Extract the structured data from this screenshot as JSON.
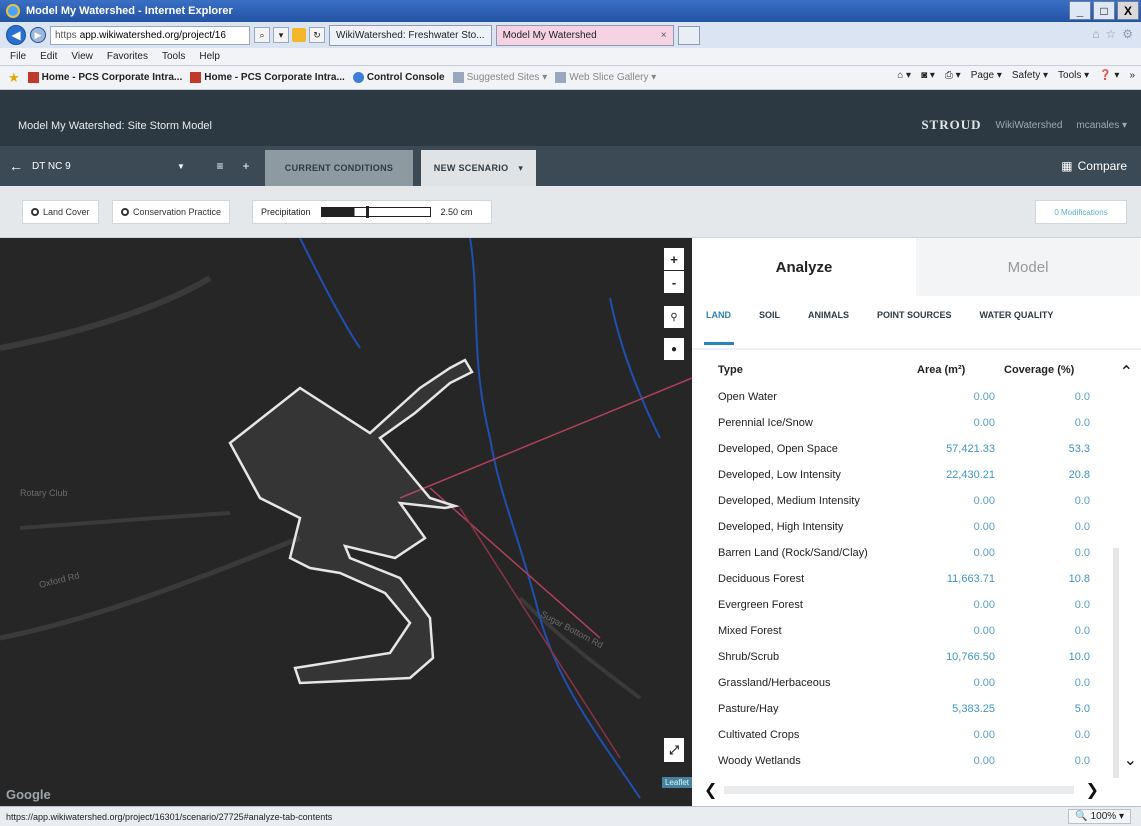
{
  "window": {
    "title": "Model My Watershed - Internet Explorer",
    "min": "_",
    "max": "□",
    "close": "X"
  },
  "address": {
    "protocol": "https",
    "domain": "app.wikiwatershed.org/project/16",
    "tabs": [
      {
        "label": "WikiWatershed: Freshwater Sto..."
      },
      {
        "label": "Model My Watershed"
      }
    ],
    "tab_close": "×"
  },
  "menu": [
    "File",
    "Edit",
    "View",
    "Favorites",
    "Tools",
    "Help"
  ],
  "favorites": [
    {
      "label": "Home - PCS Corporate Intra..."
    },
    {
      "label": "Home - PCS Corporate Intra..."
    },
    {
      "label": "Control Console"
    },
    {
      "label": "Suggested Sites ▾"
    },
    {
      "label": "Web Slice Gallery ▾"
    }
  ],
  "commands": [
    "Page ▾",
    "Safety ▾",
    "Tools ▾",
    "»"
  ],
  "app": {
    "title": "Model My Watershed: Site Storm Model",
    "logo": "STROUD",
    "link1": "WikiWatershed",
    "link2": "mcanales ▾"
  },
  "project": {
    "name": "DT NC 9",
    "tab_current": "CURRENT CONDITIONS",
    "tab_new": "NEW SCENARIO",
    "compare": "Compare"
  },
  "toolbar": {
    "land_cover": "Land Cover",
    "conservation": "Conservation Practice",
    "precip_label": "Precipitation",
    "precip_value": "2.50 cm",
    "modifications": "0 Modifications"
  },
  "map": {
    "zoom_in": "+",
    "zoom_out": "-",
    "google": "Google",
    "leaflet": "Leaflet",
    "labels": [
      "Sugar Bottom Rd",
      "Oxford Rd",
      "Rotary Club"
    ]
  },
  "panel": {
    "tab_analyze": "Analyze",
    "tab_model": "Model",
    "sub_tabs": [
      "LAND",
      "SOIL",
      "ANIMALS",
      "POINT SOURCES",
      "WATER QUALITY"
    ],
    "col_type": "Type",
    "col_area": "Area (m²)",
    "col_cov": "Coverage (%)",
    "rows": [
      {
        "type": "Open Water",
        "area": "0.00",
        "cov": "0.0"
      },
      {
        "type": "Perennial Ice/Snow",
        "area": "0.00",
        "cov": "0.0"
      },
      {
        "type": "Developed, Open Space",
        "area": "57,421.33",
        "cov": "53.3"
      },
      {
        "type": "Developed, Low Intensity",
        "area": "22,430.21",
        "cov": "20.8"
      },
      {
        "type": "Developed, Medium Intensity",
        "area": "0.00",
        "cov": "0.0"
      },
      {
        "type": "Developed, High Intensity",
        "area": "0.00",
        "cov": "0.0"
      },
      {
        "type": "Barren Land (Rock/Sand/Clay)",
        "area": "0.00",
        "cov": "0.0"
      },
      {
        "type": "Deciduous Forest",
        "area": "11,663.71",
        "cov": "10.8"
      },
      {
        "type": "Evergreen Forest",
        "area": "0.00",
        "cov": "0.0"
      },
      {
        "type": "Mixed Forest",
        "area": "0.00",
        "cov": "0.0"
      },
      {
        "type": "Shrub/Scrub",
        "area": "10,766.50",
        "cov": "10.0"
      },
      {
        "type": "Grassland/Herbaceous",
        "area": "0.00",
        "cov": "0.0"
      },
      {
        "type": "Pasture/Hay",
        "area": "5,383.25",
        "cov": "5.0"
      },
      {
        "type": "Cultivated Crops",
        "area": "0.00",
        "cov": "0.0"
      },
      {
        "type": "Woody Wetlands",
        "area": "0.00",
        "cov": "0.0"
      }
    ]
  },
  "status": {
    "url": "https://app.wikiwatershed.org/project/16301/scenario/27725#analyze-tab-contents",
    "zoom": "100%"
  }
}
